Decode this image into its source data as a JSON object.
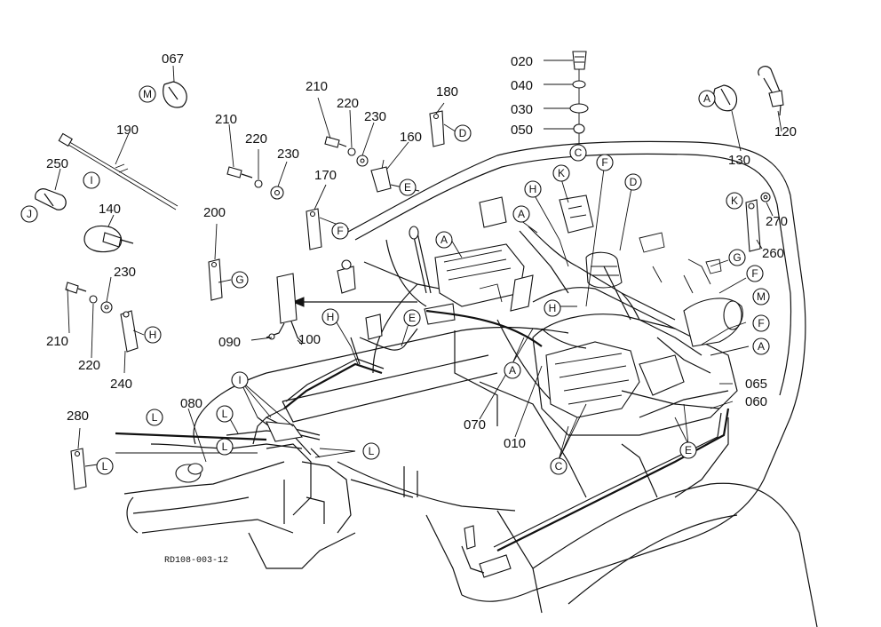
{
  "figure_code": "RD108-003-12",
  "part_numbers": {
    "p010": "010",
    "p020": "020",
    "p030": "030",
    "p040": "040",
    "p050": "050",
    "p060": "060",
    "p065": "065",
    "p067": "067",
    "p070": "070",
    "p080": "080",
    "p090": "090",
    "p100": "100",
    "p120": "120",
    "p130": "130",
    "p140": "140",
    "p160": "160",
    "p170": "170",
    "p180": "180",
    "p190": "190",
    "p200": "200",
    "p210a": "210",
    "p210b": "210",
    "p210c": "210",
    "p220a": "220",
    "p220b": "220",
    "p220c": "220",
    "p230a": "230",
    "p230b": "230",
    "p230c": "230",
    "p240": "240",
    "p250": "250",
    "p260": "260",
    "p270": "270",
    "p280": "280"
  },
  "callouts": {
    "A": "A",
    "C": "C",
    "D": "D",
    "E": "E",
    "F": "F",
    "G": "G",
    "H": "H",
    "I": "I",
    "J": "J",
    "K": "K",
    "L": "L",
    "M": "M"
  }
}
